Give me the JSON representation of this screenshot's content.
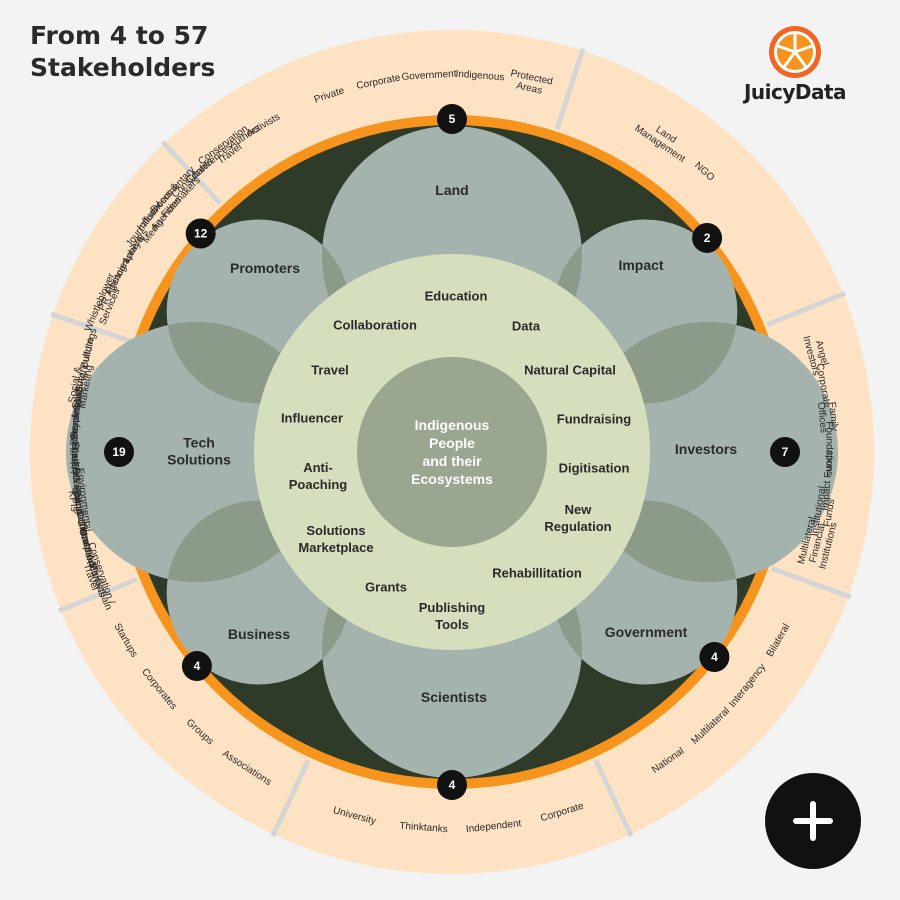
{
  "title": {
    "line1": "From 4 to 57",
    "line2": "Stakeholders"
  },
  "logo": {
    "text": "JuicyData",
    "icon": "orange-slice-icon"
  },
  "center": {
    "lines": [
      "Indigenous",
      "People",
      "and their",
      "Ecosystems"
    ]
  },
  "petals": [
    {
      "id": "land",
      "label": [
        "Land"
      ],
      "count": "5",
      "items": [
        [
          "Private"
        ],
        [
          "Corporate"
        ],
        [
          "Government"
        ],
        [
          "Indigenous"
        ],
        [
          "Protected",
          "Areas"
        ]
      ]
    },
    {
      "id": "impact",
      "label": [
        "Impact"
      ],
      "count": "2",
      "items": [
        [
          "Land",
          "Management"
        ],
        [
          "NGO"
        ]
      ]
    },
    {
      "id": "investors",
      "label": [
        "Investors"
      ],
      "count": "7",
      "items": [
        [
          "Angel",
          "Investors"
        ],
        [
          "Corporate"
        ],
        [
          "Family",
          "Offices"
        ],
        [
          "Foundations"
        ],
        [
          "Impact Funds"
        ],
        [
          "Institutional",
          "Funds"
        ],
        [
          "Multilateral",
          "Financial",
          "Institutions"
        ]
      ]
    },
    {
      "id": "government",
      "label": [
        "Government"
      ],
      "count": "4",
      "items": [
        [
          "Bilateral"
        ],
        [
          "Interagency"
        ],
        [
          "Multilateral"
        ],
        [
          "National"
        ]
      ]
    },
    {
      "id": "scientists",
      "label": [
        "Scientists"
      ],
      "count": "4",
      "items": [
        [
          "Corporate"
        ],
        [
          "Independent"
        ],
        [
          "Thinktanks"
        ],
        [
          "University"
        ]
      ]
    },
    {
      "id": "business",
      "label": [
        "Business"
      ],
      "count": "4",
      "items": [
        [
          "Associations"
        ],
        [
          "Groups"
        ],
        [
          "Corporates"
        ],
        [
          "Startups"
        ]
      ]
    },
    {
      "id": "tech-solutions",
      "label": [
        "Tech",
        "Solutions"
      ],
      "count": "19",
      "items": [
        [
          "Blockchain"
        ],
        [
          "Conservation /",
          "Travel"
        ],
        [
          "Carbon Markets"
        ],
        [
          "Climate Action"
        ],
        [
          "Construction"
        ],
        [
          "Electric Transport"
        ],
        [
          "Education"
        ],
        [
          "Environmental",
          "KPIs"
        ],
        [
          "ESG Rating"
        ],
        [
          "Fair Finance"
        ],
        [
          "Foodtech"
        ],
        [
          "Healthcare"
        ],
        [
          "Indig.People"
        ],
        [
          "Recycling"
        ],
        [
          "Renewables"
        ],
        [
          "SaaS"
        ],
        [
          "Social &",
          "Marketing"
        ],
        [
          "Sust. Agriculture"
        ],
        [
          "Sust. Buildings"
        ]
      ]
    },
    {
      "id": "promoters",
      "label": [
        "Promoters"
      ],
      "count": "12",
      "items": [
        [
          "Whistleblower",
          "Services"
        ],
        [
          "PR Agencies"
        ],
        [
          "Photographers"
        ],
        [
          "Lawyers"
        ],
        [
          "Journalists /",
          "Media"
        ],
        [
          "Influencers &",
          "Agencies"
        ],
        [
          "Documentary",
          "Filmmakers"
        ],
        [
          "Consultants"
        ],
        [
          "Conferences"
        ],
        [
          "Conservation",
          "Travel"
        ],
        [
          "Authors"
        ],
        [
          "Activists"
        ]
      ]
    }
  ],
  "themes": [
    {
      "id": "education",
      "lines": [
        "Education"
      ]
    },
    {
      "id": "data",
      "lines": [
        "Data"
      ]
    },
    {
      "id": "natural-capital",
      "lines": [
        "Natural Capital"
      ]
    },
    {
      "id": "fundraising",
      "lines": [
        "Fundraising"
      ]
    },
    {
      "id": "digitisation",
      "lines": [
        "Digitisation"
      ]
    },
    {
      "id": "new-regulation",
      "lines": [
        "New",
        "Regulation"
      ]
    },
    {
      "id": "rehabilitation",
      "lines": [
        "Rehabillitation"
      ]
    },
    {
      "id": "publishing-tools",
      "lines": [
        "Publishing",
        "Tools"
      ]
    },
    {
      "id": "grants",
      "lines": [
        "Grants"
      ]
    },
    {
      "id": "solutions-marketplace",
      "lines": [
        "Solutions",
        "Marketplace"
      ]
    },
    {
      "id": "anti-poaching",
      "lines": [
        "Anti-",
        "Poaching"
      ]
    },
    {
      "id": "influencer",
      "lines": [
        "Influencer"
      ]
    },
    {
      "id": "travel",
      "lines": [
        "Travel"
      ]
    },
    {
      "id": "collaboration",
      "lines": [
        "Collaboration"
      ]
    }
  ],
  "colors": {
    "background": "#f3f3f3",
    "outer_band": "#fde3c4",
    "separator": "#d5d5d5",
    "orange_ring": "#f7941d",
    "dark_green": "#2e3b28",
    "petal": "#a5b3ae",
    "petal_overlap": "#8c9a8a",
    "inner_disc": "#d6dfbd",
    "center": "#9aa68f",
    "text_dark": "#2a2a2a",
    "badge": "#111111"
  },
  "plus_button": {
    "icon": "plus-icon"
  }
}
